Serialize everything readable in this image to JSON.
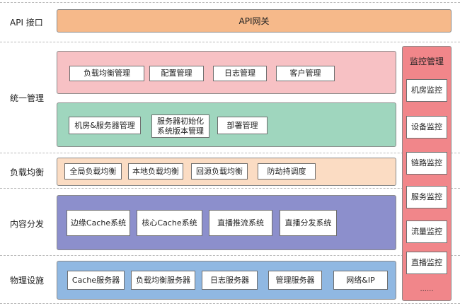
{
  "layers": {
    "api": "API 接口",
    "mgmt": "统一管理",
    "lb": "负载均衡",
    "cdn": "内容分发",
    "infra": "物理设施"
  },
  "api_gateway": "API网关",
  "mgmt_top": [
    "负载均衡管理",
    "配置管理",
    "日志管理",
    "客户管理"
  ],
  "mgmt_bottom": {
    "room_server": "机房&服务器管理",
    "init_line1": "服务器初始化",
    "init_line2": "系统版本管理",
    "deploy": "部署管理"
  },
  "lb_items": [
    "全局负载均衡",
    "本地负载均衡",
    "回源负载均衡",
    "防劫持调度"
  ],
  "cdn_items": [
    "边缘Cache系统",
    "核心Cache系统",
    "直播推流系统",
    "直播分发系统"
  ],
  "infra_items": [
    "Cache服务器",
    "负载均衡服务器",
    "日志服务器",
    "管理服务器",
    "网络&IP"
  ],
  "monitor": {
    "title": "监控管理",
    "items": [
      "机房监控",
      "设备监控",
      "链路监控",
      "服务监控",
      "流量监控",
      "直播监控"
    ],
    "more": "......"
  },
  "colors": {
    "api_bar": "#f6b98a",
    "mgmt_top": "#f7c1c4",
    "mgmt_bottom": "#9fd6be",
    "lb": "#fbdcc3",
    "cdn": "#8c8fcc",
    "infra": "#90b8e2",
    "monitor": "#f1868a"
  }
}
